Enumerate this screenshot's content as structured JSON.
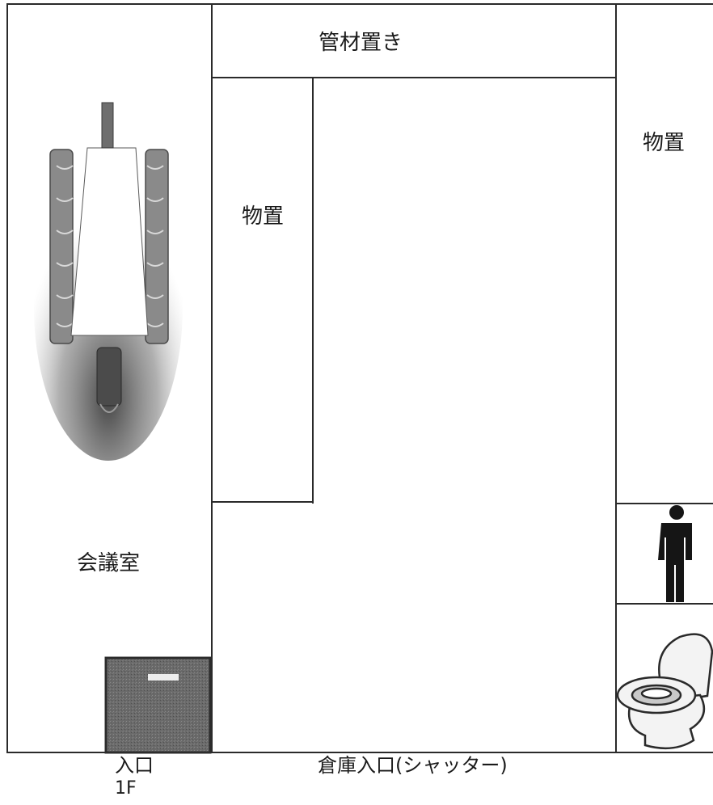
{
  "rooms": {
    "meeting_room": "会議室",
    "pipe_storage": "管材置き",
    "storage_left": "物置",
    "storage_right": "物置"
  },
  "bottom": {
    "entrance": "入口",
    "floor": "1F",
    "warehouse_entrance": "倉庫入口(シャッター)"
  },
  "icons": [
    "conference-table-icon",
    "door-icon",
    "male-restroom-icon",
    "toilet-icon"
  ]
}
